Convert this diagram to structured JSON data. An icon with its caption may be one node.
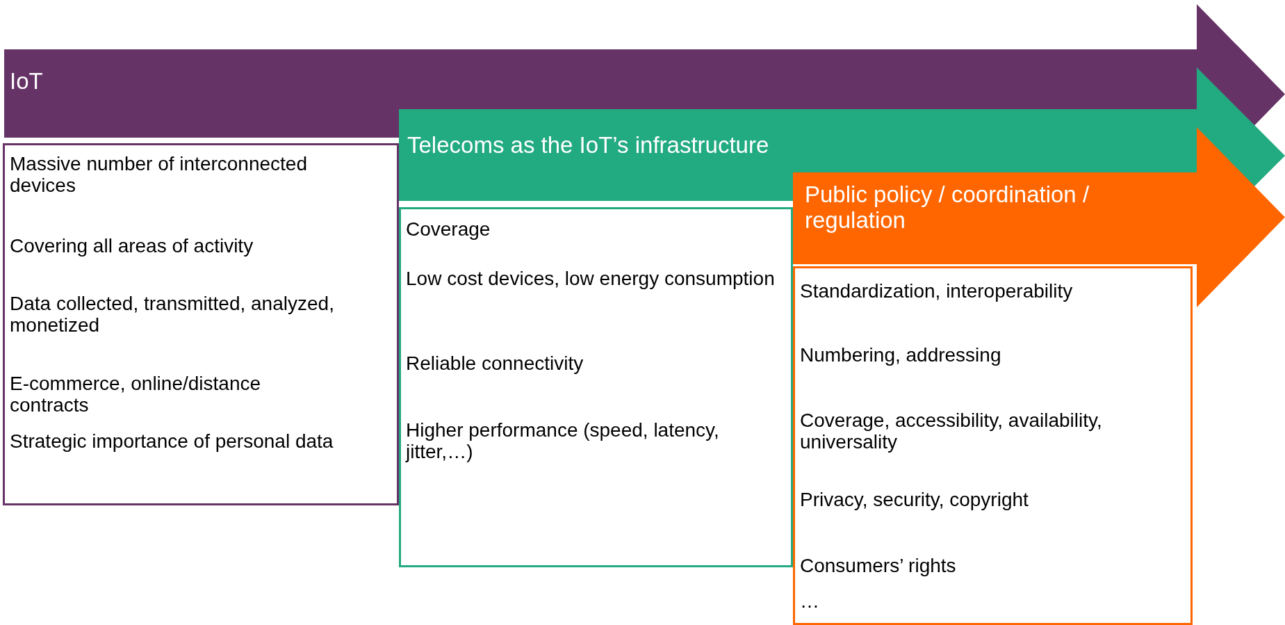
{
  "diagram": {
    "nodes": [
      {
        "text": [
          "IoT"
        ]
      },
      {
        "text": [
          "Massive number of interconnected devices",
          "Covering all areas of activity",
          "Data collected, transmitted, analyzed, monetized",
          "E-commerce, online/distance contracts",
          "Strategic importance of personal data"
        ]
      },
      {
        "text": [
          "Telecoms as the IoT’s infrastructure"
        ]
      },
      {
        "text": [
          "Coverage",
          "Low cost devices, low energy consumption",
          "Reliable connectivity",
          "Higher performance (speed, latency, jitter,…)"
        ]
      },
      {
        "text": [
          "Public policy / coordination / regulation"
        ]
      },
      {
        "text": [
          "Standardization, interoperability",
          "Numbering, addressing",
          "Coverage, accessibility, availability, universality",
          "Privacy, security, copyright",
          "Consumers’ rights",
          "…"
        ]
      }
    ]
  }
}
